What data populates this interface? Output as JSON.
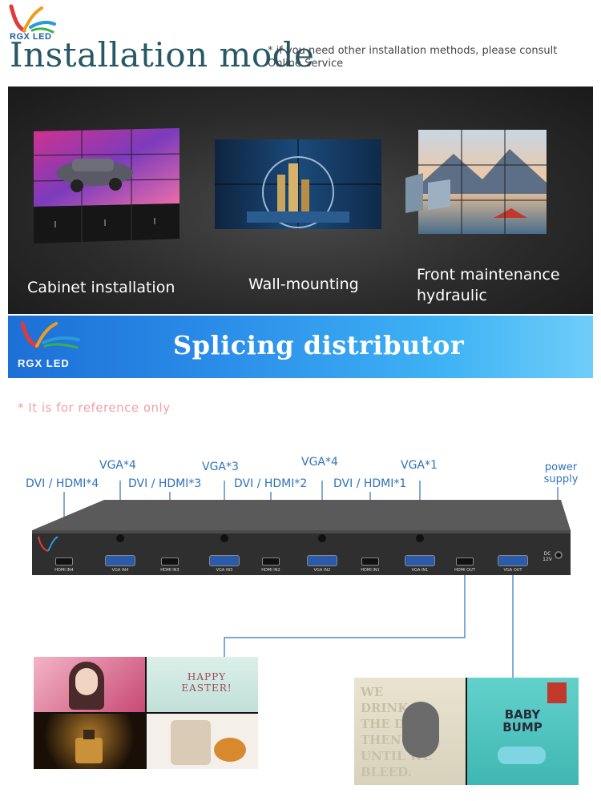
{
  "brand": {
    "name": "RGX LED"
  },
  "header": {
    "title": "Installation mode",
    "note": "* if you need other installation methods, please consult Online Service"
  },
  "install": {
    "items": [
      {
        "label": "Cabinet installation"
      },
      {
        "label": "Wall-mounting"
      },
      {
        "label": "Front maintenance hydraulic"
      }
    ]
  },
  "splicing": {
    "title": "Splicing distributor",
    "reference_note": "* It is for reference only"
  },
  "device": {
    "labels": {
      "dvi4": "DVI / HDMI*4",
      "dvi3": "DVI / HDMI*3",
      "dvi2": "DVI / HDMI*2",
      "dvi1": "DVI / HDMI*1",
      "vga4a": "VGA*4",
      "vga3": "VGA*3",
      "vga4b": "VGA*4",
      "vga1": "VGA*1",
      "power": "power supply"
    },
    "ports": [
      "HDMI IN4",
      "VGA IN4",
      "HDMI IN3",
      "VGA IN3",
      "HDMI IN2",
      "VGA IN2",
      "HDMI IN1",
      "VGA IN1",
      "HDMI OUT",
      "VGA OUT"
    ],
    "dc_label": "DC 12V"
  },
  "screens": {
    "left": {
      "easter": "HAPPY EASTER!"
    },
    "right": {
      "left_text": "WE DRINK THE DR... THEN UNTIL WE BLEED.",
      "right_text": "BABY BUMP"
    }
  },
  "colors": {
    "title": "#275866",
    "label_blue": "#2f73b8",
    "banner_start": "#1d6fd6",
    "banner_end": "#6fcdf8",
    "note_pink": "#f0a0a8",
    "device_body": "#3a3a3a"
  }
}
